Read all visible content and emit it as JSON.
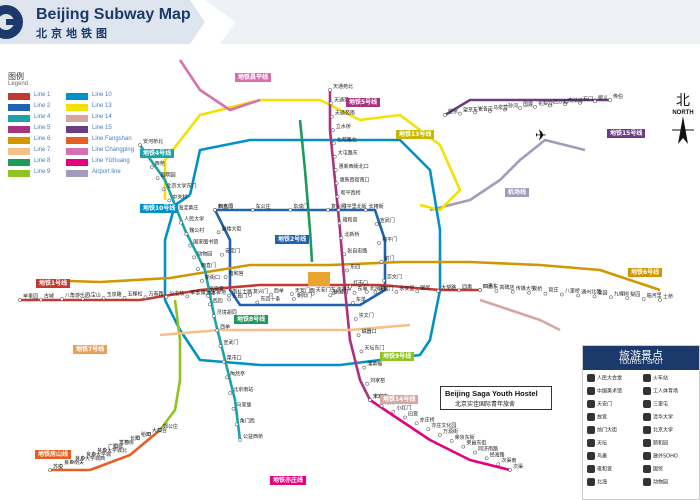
{
  "header": {
    "title_en": "Beijing Subway Map",
    "title_cn": "北京地铁图",
    "logo_icon": "beijing-subway-logo-icon",
    "bg_color": "#dfe5ee",
    "accent": "#1b3a6b"
  },
  "legend": {
    "title_cn": "图例",
    "title_en": "Legend",
    "items": [
      {
        "label": "Line 1",
        "color": "#c23a30"
      },
      {
        "label": "Line 2",
        "color": "#1f63b0"
      },
      {
        "label": "Line 4",
        "color": "#1ba3a8"
      },
      {
        "label": "Line 5",
        "color": "#a8327e"
      },
      {
        "label": "Line 6",
        "color": "#d29700"
      },
      {
        "label": "Line 7",
        "color": "#f5c08a"
      },
      {
        "label": "Line 8",
        "color": "#1f9a5e"
      },
      {
        "label": "Line 9",
        "color": "#8fc31f"
      },
      {
        "label": "Line 10",
        "color": "#0092c7"
      },
      {
        "label": "Line 13",
        "color": "#f3e100"
      },
      {
        "label": "Line 14",
        "color": "#d6a7a0"
      },
      {
        "label": "Line 15",
        "color": "#6b3c86"
      },
      {
        "label": "Line Fangshan",
        "color": "#e46022"
      },
      {
        "label": "Line Changping",
        "color": "#d770b0"
      },
      {
        "label": "Line Yizhuang",
        "color": "#e5007f"
      },
      {
        "label": "Airport line",
        "color": "#a29bbb"
      }
    ]
  },
  "line_tags": [
    {
      "text": "地铁15号线",
      "color": "#6b3c86"
    },
    {
      "text": "地铁13号线",
      "color": "#c9b800"
    },
    {
      "text": "地铁5号线",
      "color": "#a8327e"
    },
    {
      "text": "地铁10号线",
      "color": "#0092c7"
    },
    {
      "text": "地铁4号线",
      "color": "#1ba3a8"
    },
    {
      "text": "地铁1号线",
      "color": "#c23a30"
    },
    {
      "text": "地铁2号线",
      "color": "#1f63b0"
    },
    {
      "text": "地铁6号线",
      "color": "#d29700"
    },
    {
      "text": "地铁7号线",
      "color": "#e9a05a"
    },
    {
      "text": "地铁8号线",
      "color": "#1f9a5e"
    },
    {
      "text": "地铁9号线",
      "color": "#8fc31f"
    },
    {
      "text": "地铁14号线",
      "color": "#d6a7a0"
    },
    {
      "text": "地铁亦庄线",
      "color": "#e5007f"
    },
    {
      "text": "地铁房山线",
      "color": "#e46022"
    },
    {
      "text": "地铁昌平线",
      "color": "#d770b0"
    },
    {
      "text": "机场线",
      "color": "#a29bbb"
    }
  ],
  "stations": {
    "line1": [
      "苹果园",
      "古城",
      "八角游乐园",
      "八宝山",
      "玉泉路",
      "五棵松",
      "万寿路",
      "公主坟",
      "军事博物馆",
      "木樨地",
      "南礼士路",
      "复兴门",
      "西单",
      "天安门西",
      "天安门东",
      "王府井",
      "东单",
      "建国门",
      "永安里",
      "国贸",
      "大望路",
      "四惠",
      "四惠东"
    ],
    "line2": [
      "西直门",
      "车公庄",
      "阜成门",
      "复兴门",
      "长椿街",
      "宣武门",
      "和平门",
      "前门",
      "崇文门",
      "北京站",
      "建国门",
      "朝阳门",
      "东四十条",
      "东直门",
      "雍和宫",
      "安定门",
      "鼓楼大街",
      "积水潭"
    ],
    "line4": [
      "安河桥北",
      "北宫门",
      "西苑",
      "圆明园",
      "北京大学东门",
      "中关村",
      "海淀黄庄",
      "人民大学",
      "魏公村",
      "国家图书馆",
      "动物园",
      "西直门",
      "新街口",
      "平安里",
      "西四",
      "灵境胡同",
      "西单",
      "宣武门",
      "菜市口",
      "陶然亭",
      "北京南站",
      "马家堡",
      "角门西",
      "公益西桥"
    ],
    "line5": [
      "天通苑北",
      "天通苑",
      "天通苑南",
      "立水桥",
      "北苑路北",
      "大屯路东",
      "惠新西街北口",
      "惠新西街南口",
      "和平西桥",
      "和平里北街",
      "雍和宫",
      "北新桥",
      "张自忠路",
      "东四",
      "灯市口",
      "东单",
      "崇文门",
      "磁器口",
      "天坛东门",
      "蒲黄榆",
      "刘家窑",
      "宋家庄"
    ],
    "line15": [
      "俸伯",
      "顺义",
      "石门",
      "南法信",
      "后沙峪",
      "花梨坎",
      "国展",
      "孙河",
      "马泉营",
      "崔各庄",
      "望京东",
      "望京"
    ],
    "line_east": [
      "四惠东",
      "高碑店",
      "传媒大学",
      "双桥",
      "管庄",
      "八里桥",
      "通州北苑",
      "果园",
      "九棵树",
      "梨园",
      "临河里",
      "土桥"
    ],
    "line9_fangshan": [
      "郭公庄",
      "大葆台",
      "稻田",
      "长阳",
      "篱笆房",
      "广阳城",
      "良乡大学城北",
      "良乡大学城",
      "良乡大学城西",
      "良乡南关",
      "苏庄"
    ],
    "yizhuang": [
      "宋家庄",
      "肖村",
      "小红门",
      "旧宫",
      "亦庄桥",
      "亦庄文化园",
      "万源街",
      "荣京东街",
      "荣昌东街",
      "同济南路",
      "经海路",
      "次渠南",
      "次渠"
    ]
  },
  "north": {
    "cn": "北",
    "en": "NORTH",
    "icon": "compass-arrow-icon"
  },
  "hostel": {
    "en": "Beijing Saga Youth Hostel",
    "cn": "北京实佳国际青年旅舍"
  },
  "tourist": {
    "title_cn": "旅游景点",
    "title_en": "TOURIST SPOT",
    "items": [
      {
        "cn": "人民大会堂",
        "icon": "great-hall-icon"
      },
      {
        "cn": "中国美术馆",
        "icon": "art-museum-icon"
      },
      {
        "cn": "天安门",
        "icon": "tiananmen-icon"
      },
      {
        "cn": "故宫",
        "icon": "palace-icon"
      },
      {
        "cn": "前门大街",
        "icon": "gate-icon"
      },
      {
        "cn": "天坛",
        "icon": "temple-of-heaven-icon"
      },
      {
        "cn": "鸟巢",
        "icon": "birds-nest-icon"
      },
      {
        "cn": "雍和宫",
        "icon": "lama-temple-icon"
      },
      {
        "cn": "北海",
        "icon": "beihai-icon"
      },
      {
        "cn": "火车站",
        "icon": "train-station-icon"
      },
      {
        "cn": "工人体育场",
        "icon": "stadium-icon"
      },
      {
        "cn": "三里屯",
        "icon": "sanlitun-icon"
      },
      {
        "cn": "清华大学",
        "icon": "tsinghua-icon"
      },
      {
        "cn": "北京大学",
        "icon": "peking-univ-icon"
      },
      {
        "cn": "颐和园",
        "icon": "summer-palace-icon"
      },
      {
        "cn": "建外SOHO",
        "icon": "soho-icon"
      },
      {
        "cn": "国贸",
        "icon": "cbd-icon"
      },
      {
        "cn": "动物园",
        "icon": "zoo-icon"
      }
    ]
  }
}
